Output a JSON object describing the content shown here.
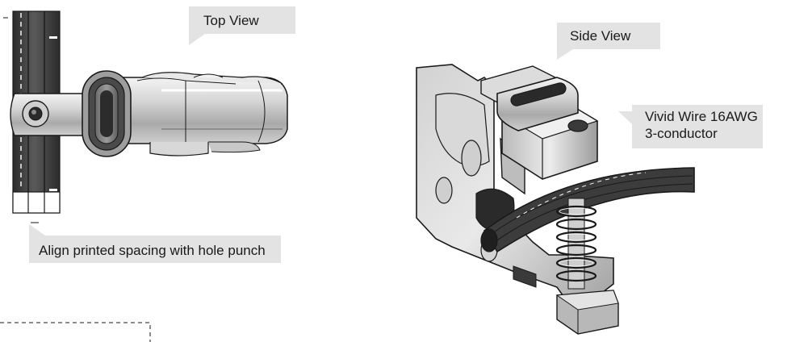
{
  "callouts": {
    "top_view": "Top View",
    "side_view": "Side View",
    "wire_line1": "Vivid Wire 16AWG",
    "wire_line2": "3-conductor",
    "align": "Align printed spacing with hole punch"
  },
  "colors": {
    "callout_bg": "#e3e3e3",
    "wire_dark": "#3a3a3a",
    "metal_light": "#e6e6e6",
    "metal_mid": "#bdbdbd",
    "metal_dark": "#6f6f6f",
    "outline": "#1a1a1a"
  }
}
